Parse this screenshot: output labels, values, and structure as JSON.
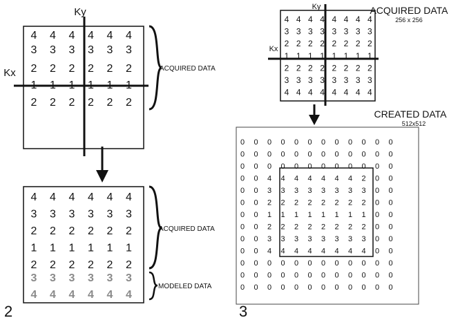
{
  "panel2": {
    "number": "2",
    "axis_kx": "Kx",
    "axis_ky": "Ky",
    "top_rows": [
      [
        "4",
        "4",
        "4",
        "4",
        "4",
        "4"
      ],
      [
        "3",
        "3",
        "3",
        "3",
        "3",
        "3"
      ],
      [
        "2",
        "2",
        "2",
        "2",
        "2",
        "2"
      ],
      [
        "1",
        "1",
        "1",
        "1",
        "1",
        "1"
      ],
      [
        "2",
        "2",
        "2",
        "2",
        "2",
        "2"
      ]
    ],
    "bottom_rows_acquired": [
      [
        "4",
        "4",
        "4",
        "4",
        "4",
        "4"
      ],
      [
        "3",
        "3",
        "3",
        "3",
        "3",
        "3"
      ],
      [
        "2",
        "2",
        "2",
        "2",
        "2",
        "2"
      ],
      [
        "1",
        "1",
        "1",
        "1",
        "1",
        "1"
      ],
      [
        "2",
        "2",
        "2",
        "2",
        "2",
        "2"
      ]
    ],
    "bottom_rows_modeled": [
      [
        "3",
        "3",
        "3",
        "3",
        "3",
        "3"
      ],
      [
        "4",
        "4",
        "4",
        "4",
        "4",
        "4"
      ]
    ],
    "label_acquired_top": "ACQUIRED DATA",
    "label_acquired_bottom": "ACQUIRED DATA",
    "label_modeled": "MODELED DATA",
    "modeled_color": "#8a8a8a"
  },
  "panel3": {
    "number": "3",
    "axis_kx": "Kx",
    "axis_ky": "Ky",
    "acquired_title": "ACQUIRED DATA",
    "acquired_size": "256 x 256",
    "created_title": "CREATED DATA",
    "created_size": "512x512",
    "acquired_rows": [
      [
        "4",
        "4",
        "4",
        "4",
        "4",
        "4",
        "4",
        "4"
      ],
      [
        "3",
        "3",
        "3",
        "3",
        "3",
        "3",
        "3",
        "3"
      ],
      [
        "2",
        "2",
        "2",
        "2",
        "2",
        "2",
        "2",
        "2"
      ],
      [
        "1",
        "1",
        "1",
        "1",
        "1",
        "1",
        "1",
        "1"
      ],
      [
        "2",
        "2",
        "2",
        "2",
        "2",
        "2",
        "2",
        "2"
      ],
      [
        "3",
        "3",
        "3",
        "3",
        "3",
        "3",
        "3",
        "3"
      ],
      [
        "4",
        "4",
        "4",
        "4",
        "4",
        "4",
        "4",
        "4"
      ]
    ],
    "created_rows": [
      [
        "0",
        "0",
        "0",
        "0",
        "0",
        "0",
        "0",
        "0",
        "0",
        "0",
        "0",
        "0"
      ],
      [
        "0",
        "0",
        "0",
        "0",
        "0",
        "0",
        "0",
        "0",
        "0",
        "0",
        "0",
        "0"
      ],
      [
        "0",
        "0",
        "0",
        "0",
        "0",
        "0",
        "0",
        "0",
        "0",
        "0",
        "0",
        "0"
      ],
      [
        "0",
        "0",
        "4",
        "4",
        "4",
        "4",
        "4",
        "4",
        "4",
        "2",
        "0",
        "0"
      ],
      [
        "0",
        "0",
        "3",
        "3",
        "3",
        "3",
        "3",
        "3",
        "3",
        "3",
        "0",
        "0"
      ],
      [
        "0",
        "0",
        "2",
        "2",
        "2",
        "2",
        "2",
        "2",
        "2",
        "2",
        "0",
        "0"
      ],
      [
        "0",
        "0",
        "1",
        "1",
        "1",
        "1",
        "1",
        "1",
        "1",
        "1",
        "0",
        "0"
      ],
      [
        "0",
        "0",
        "2",
        "2",
        "2",
        "2",
        "2",
        "2",
        "2",
        "2",
        "0",
        "0"
      ],
      [
        "0",
        "0",
        "3",
        "3",
        "3",
        "3",
        "3",
        "3",
        "3",
        "3",
        "0",
        "0"
      ],
      [
        "0",
        "0",
        "4",
        "4",
        "4",
        "4",
        "4",
        "4",
        "4",
        "4",
        "0",
        "0"
      ],
      [
        "0",
        "0",
        "0",
        "0",
        "0",
        "0",
        "0",
        "0",
        "0",
        "0",
        "0",
        "0"
      ],
      [
        "0",
        "0",
        "0",
        "0",
        "0",
        "0",
        "0",
        "0",
        "0",
        "0",
        "0",
        "0"
      ],
      [
        "0",
        "0",
        "0",
        "0",
        "0",
        "0",
        "0",
        "0",
        "0",
        "0",
        "0",
        "0"
      ]
    ]
  }
}
